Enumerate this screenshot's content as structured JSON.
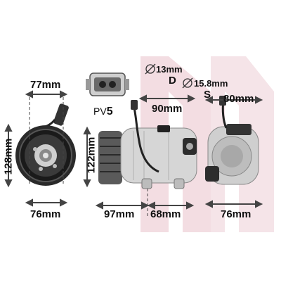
{
  "dimensions": {
    "clutch_width_top": "77mm",
    "clutch_height": "128mm",
    "clutch_width_bottom": "76mm",
    "pulley_height": "122mm",
    "body_length_a": "97mm",
    "body_length_b": "68mm",
    "port_spacing": "90mm",
    "rear_width_top": "80mm",
    "rear_width_bottom": "76mm"
  },
  "ports": {
    "discharge_diameter": "13mm",
    "discharge_label": "D",
    "suction_diameter": "15.8mm",
    "suction_label": "S"
  },
  "pulley": {
    "prefix": "PV",
    "grooves": "5"
  },
  "colors": {
    "watermark": "#f3dde2",
    "metal_light": "#d8d8d8",
    "metal_dark": "#4a4a4a",
    "dim_line": "#444444"
  }
}
